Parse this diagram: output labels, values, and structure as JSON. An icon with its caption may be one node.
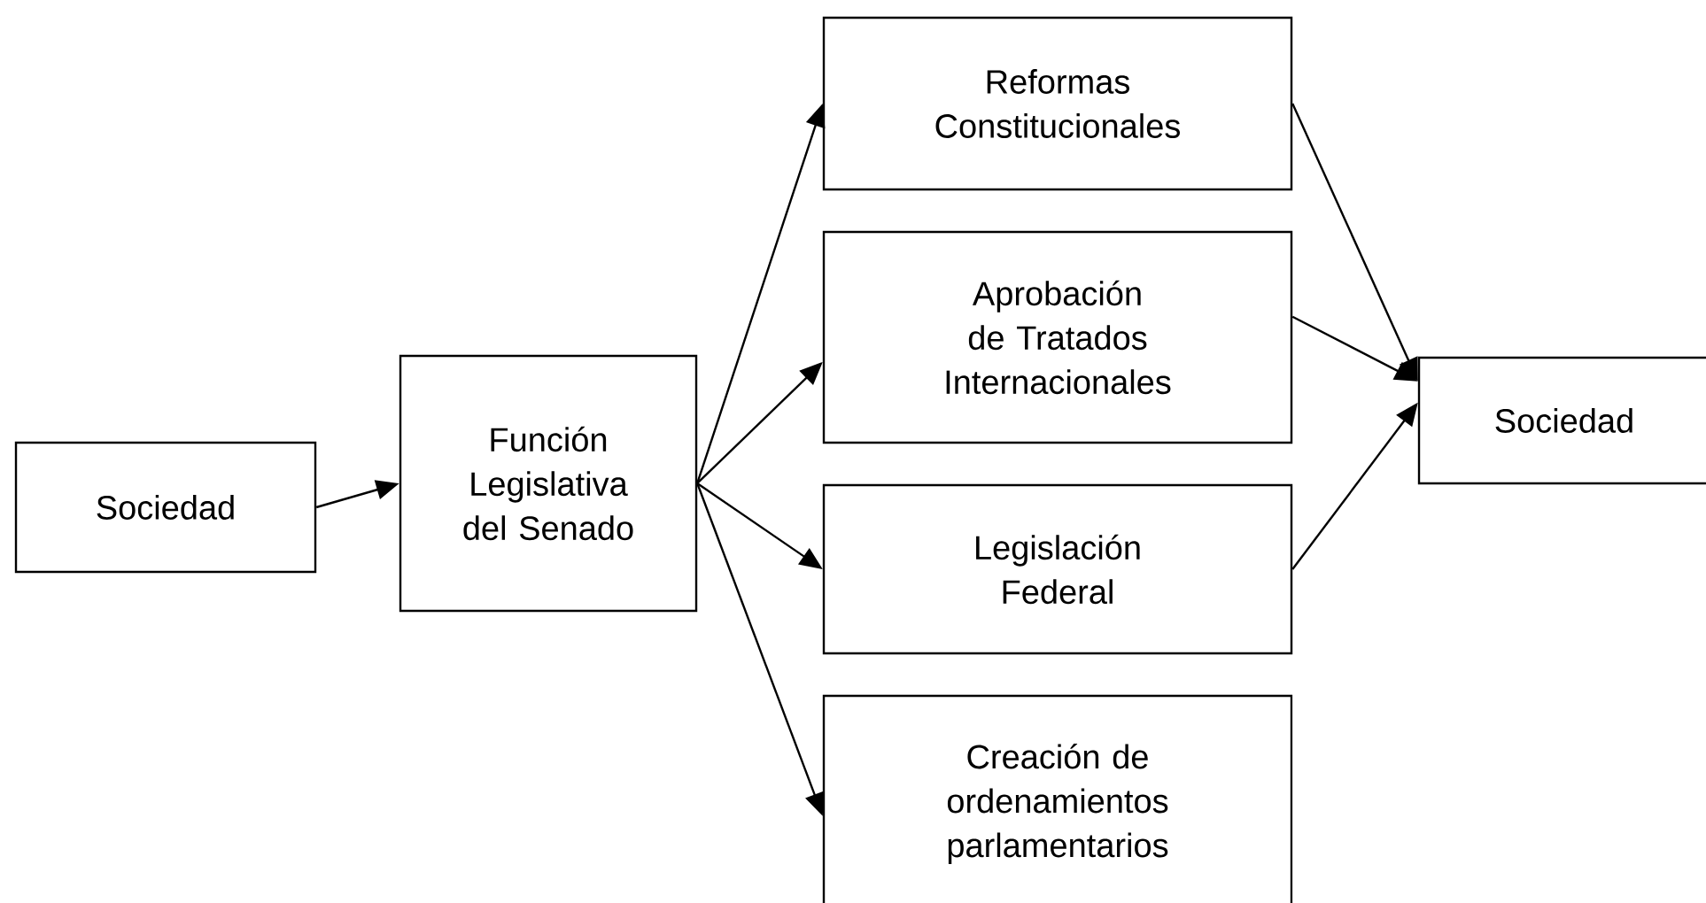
{
  "diagram": {
    "nodes": [
      {
        "text": [
          "Sociedad"
        ]
      },
      {
        "text": [
          "Función Legislativa del Senado"
        ]
      },
      {
        "text": [
          "Reformas Constitucionales"
        ]
      },
      {
        "text": [
          "Aprobación de Tratados Internacionales"
        ]
      },
      {
        "text": [
          "Legislación Federal"
        ]
      },
      {
        "text": [
          "Creación de ordenamientos parlamentarios"
        ]
      },
      {
        "text": [
          "Sociedad"
        ]
      }
    ],
    "edges": [
      {
        "from": 0,
        "to": 1,
        "arrow": "to"
      },
      {
        "from": 1,
        "to": 2,
        "arrow": "to"
      },
      {
        "from": 1,
        "to": 3,
        "arrow": "to"
      },
      {
        "from": 1,
        "to": 4,
        "arrow": "to"
      },
      {
        "from": 1,
        "to": 5,
        "arrow": "to"
      },
      {
        "from": 2,
        "to": 6,
        "arrow": "to"
      },
      {
        "from": 3,
        "to": 6,
        "arrow": "to"
      },
      {
        "from": 4,
        "to": 6,
        "arrow": "to"
      }
    ]
  }
}
